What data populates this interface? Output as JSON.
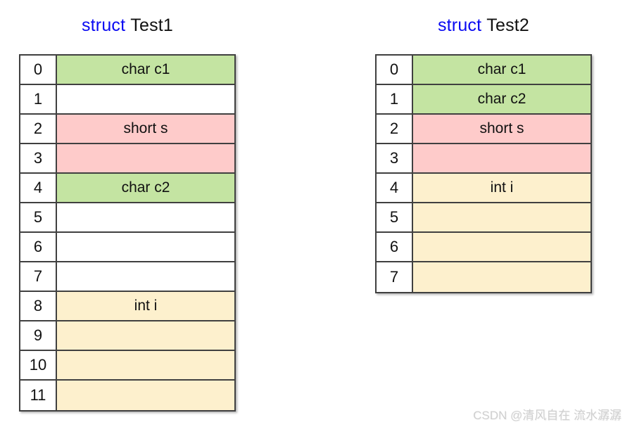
{
  "colors": {
    "green": "#c4e4a2",
    "pink": "#fecbca",
    "yellow": "#fdf0cd",
    "white": "#ffffff",
    "keyword_blue": "#0a0af2",
    "border": "#404040"
  },
  "tables": [
    {
      "title": {
        "keyword": "struct",
        "name": "Test1"
      },
      "rows": [
        {
          "offset": "0",
          "label": "char c1",
          "color": "green"
        },
        {
          "offset": "1",
          "label": "",
          "color": "white"
        },
        {
          "offset": "2",
          "label": "short s",
          "color": "pink"
        },
        {
          "offset": "3",
          "label": "",
          "color": "pink"
        },
        {
          "offset": "4",
          "label": "char c2",
          "color": "green"
        },
        {
          "offset": "5",
          "label": "",
          "color": "white"
        },
        {
          "offset": "6",
          "label": "",
          "color": "white"
        },
        {
          "offset": "7",
          "label": "",
          "color": "white"
        },
        {
          "offset": "8",
          "label": "int i",
          "color": "yellow"
        },
        {
          "offset": "9",
          "label": "",
          "color": "yellow"
        },
        {
          "offset": "10",
          "label": "",
          "color": "yellow"
        },
        {
          "offset": "11",
          "label": "",
          "color": "yellow"
        }
      ]
    },
    {
      "title": {
        "keyword": "struct",
        "name": "Test2"
      },
      "rows": [
        {
          "offset": "0",
          "label": "char c1",
          "color": "green"
        },
        {
          "offset": "1",
          "label": "char c2",
          "color": "green"
        },
        {
          "offset": "2",
          "label": "short s",
          "color": "pink"
        },
        {
          "offset": "3",
          "label": "",
          "color": "pink"
        },
        {
          "offset": "4",
          "label": "int i",
          "color": "yellow"
        },
        {
          "offset": "5",
          "label": "",
          "color": "yellow"
        },
        {
          "offset": "6",
          "label": "",
          "color": "yellow"
        },
        {
          "offset": "7",
          "label": "",
          "color": "yellow"
        }
      ]
    }
  ],
  "watermark": {
    "text": "CSDN @清风自在 流水潺潺"
  }
}
